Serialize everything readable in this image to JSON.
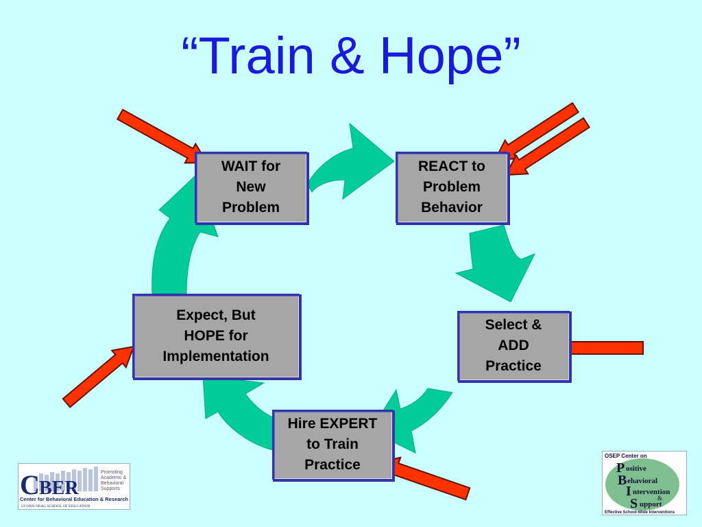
{
  "title": "“Train & Hope”",
  "boxes": {
    "wait": "WAIT for\nNew\nProblem",
    "react": "REACT to\nProblem\nBehavior",
    "select": "Select &\nADD\n Practice",
    "hire": "Hire EXPERT\nto Train\nPractice",
    "expect": "Expect, But\nHOPE for\nImplementation"
  },
  "colors": {
    "background": "#ccffff",
    "title": "#1a1adb",
    "cycle_arrow": "#00cc99",
    "pointer_arrow": "#ff3300",
    "box_fill": "#a6a6a6",
    "box_border": "#3333aa"
  },
  "logos": {
    "cber": {
      "letters_c": "C",
      "letters_ber": "BER",
      "tagline_1": "Promoting",
      "tagline_2": "Academic &",
      "tagline_3": "Behavioral",
      "tagline_4": "Supports",
      "name": "Center for Behavioral Education & Research",
      "school": "UCONN NEAG SCHOOL OF EDUCATION"
    },
    "pbis": {
      "header": "OSEP Center on",
      "p": "P",
      "p_rest": "ositive",
      "b": "B",
      "b_rest": "ehavioral",
      "i": "I",
      "i_rest": "ntervention",
      "amp": "&",
      "s": "S",
      "s_rest": "upport",
      "footer": "Effective School-Wide Interventions"
    }
  }
}
